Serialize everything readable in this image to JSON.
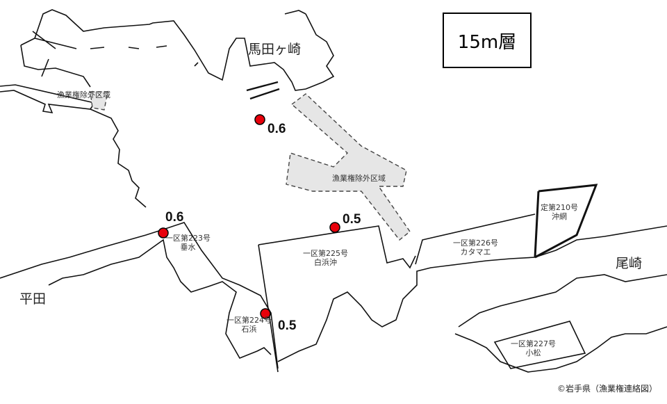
{
  "title": "15m層",
  "places": {
    "madagasaki": "馬田ヶ崎",
    "hirata": "平田",
    "ozaki": "尾崎"
  },
  "excluded_zones": {
    "harbor": "漁業権除外区域",
    "center": "漁業権除外区域"
  },
  "fishery_zones": [
    {
      "line1": "一区第223号",
      "line2": "垂水"
    },
    {
      "line1": "一区第224号",
      "line2": "石浜"
    },
    {
      "line1": "一区第225号",
      "line2": "白浜沖"
    },
    {
      "line1": "一区第226号",
      "line2": "カタマエ"
    },
    {
      "line1": "定第210号",
      "line2": "沖網"
    },
    {
      "line1": "一区第227号",
      "line2": "小松"
    }
  ],
  "sampling_points": [
    {
      "value": "0.6",
      "location": "north"
    },
    {
      "value": "0.6",
      "location": "tarumizu"
    },
    {
      "value": "0.5",
      "location": "shirahama-oki"
    },
    {
      "value": "0.5",
      "location": "ishihama"
    }
  ],
  "marker_color": "#e8000b",
  "credit": "©岩手県（漁業権連絡図）"
}
